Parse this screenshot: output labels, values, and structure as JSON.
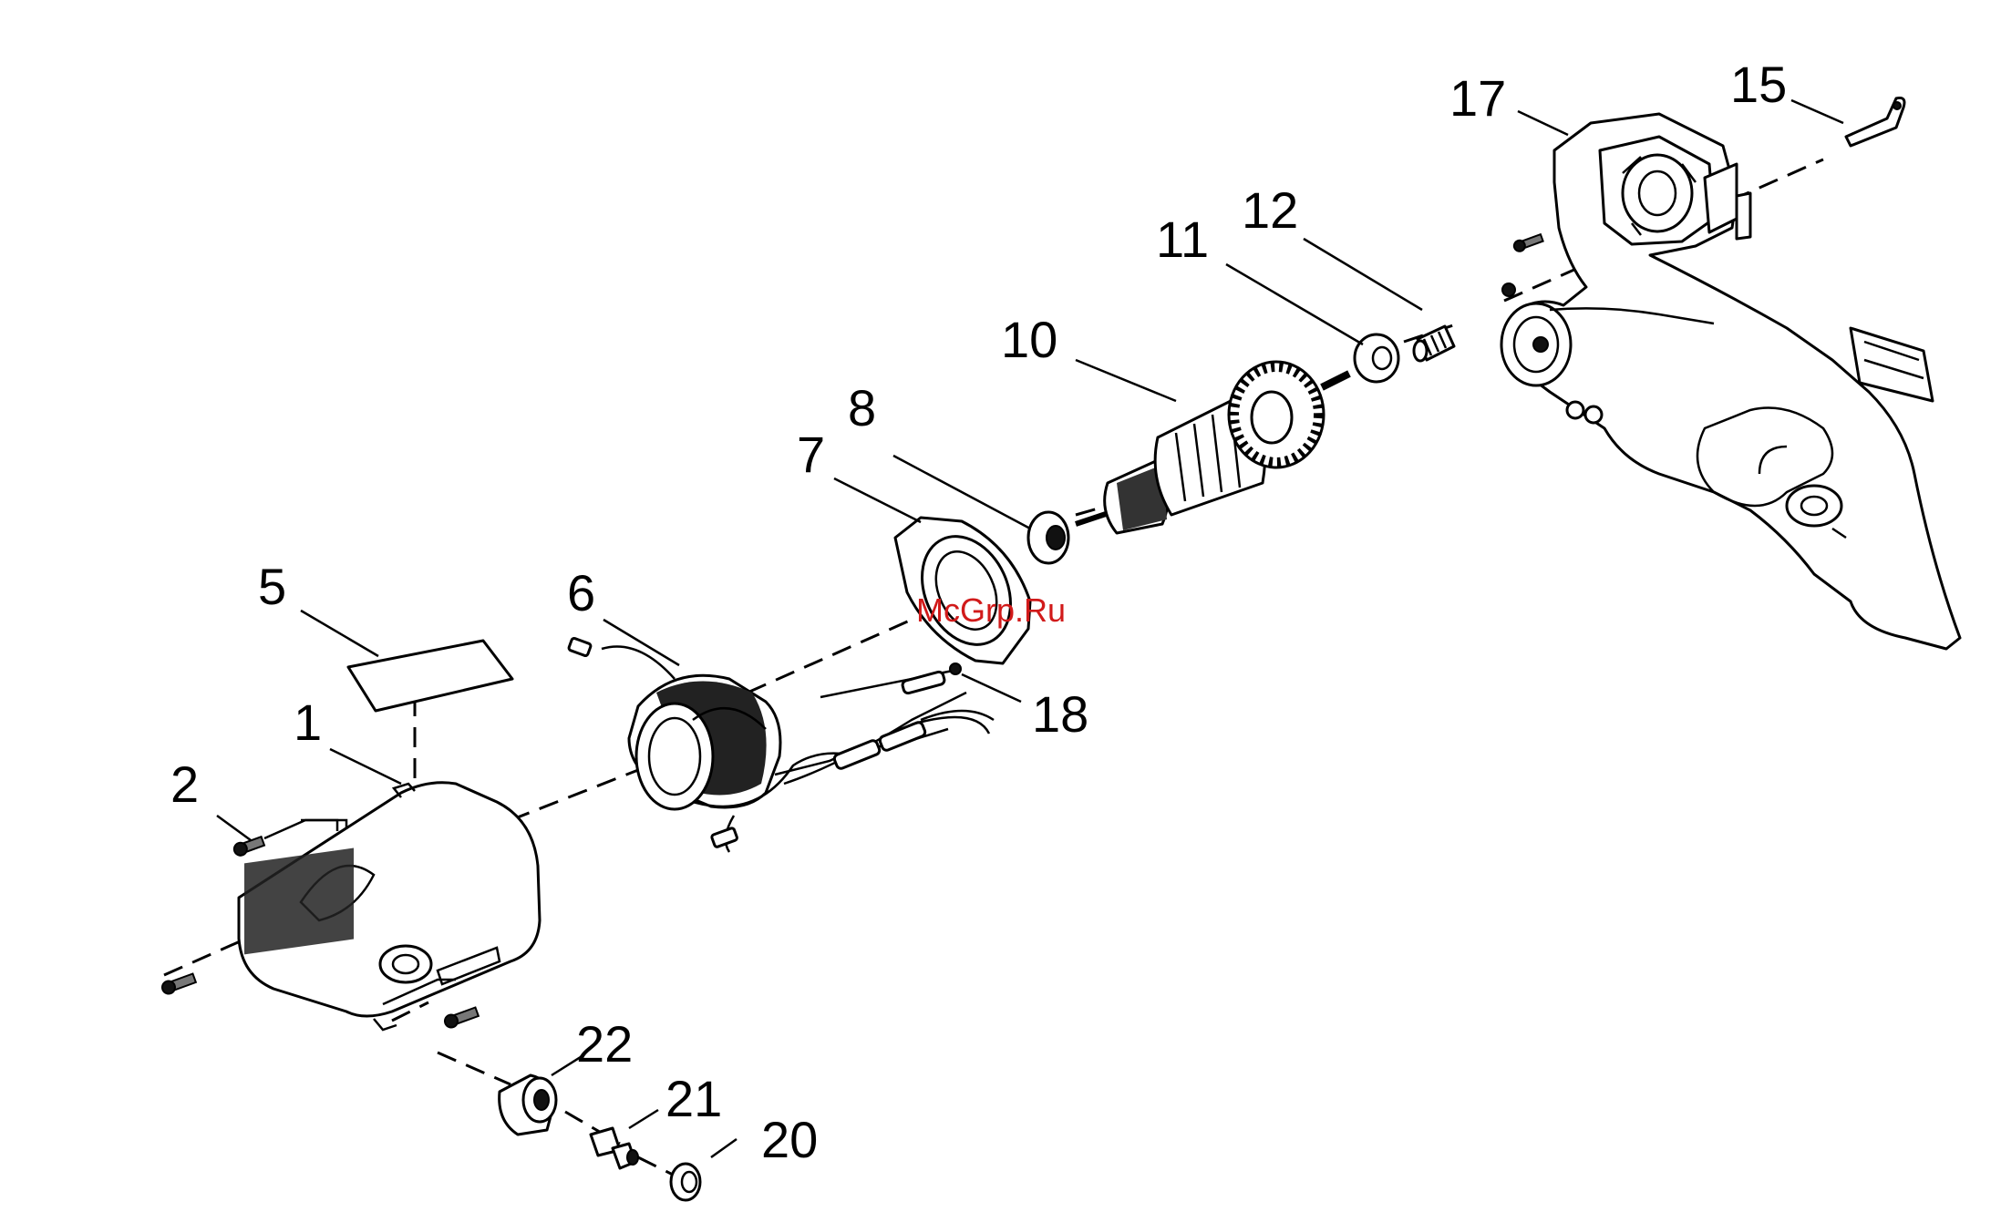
{
  "watermark": "McGrp.Ru",
  "callouts": [
    {
      "id": "1",
      "text": "1"
    },
    {
      "id": "2",
      "text": "2"
    },
    {
      "id": "5",
      "text": "5"
    },
    {
      "id": "6",
      "text": "6"
    },
    {
      "id": "7",
      "text": "7"
    },
    {
      "id": "8",
      "text": "8"
    },
    {
      "id": "10",
      "text": "10"
    },
    {
      "id": "11",
      "text": "11"
    },
    {
      "id": "12",
      "text": "12"
    },
    {
      "id": "15",
      "text": "15"
    },
    {
      "id": "17",
      "text": "17"
    },
    {
      "id": "18",
      "text": "18"
    },
    {
      "id": "20",
      "text": "20"
    },
    {
      "id": "21",
      "text": "21"
    },
    {
      "id": "22",
      "text": "22"
    }
  ]
}
